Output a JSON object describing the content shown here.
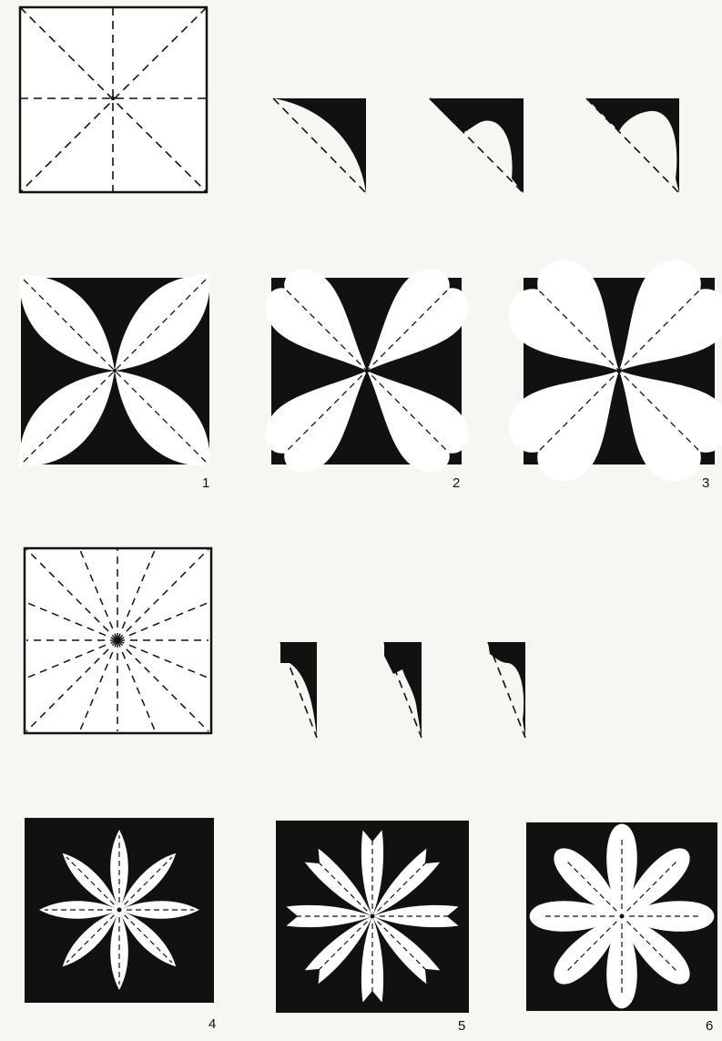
{
  "figure": {
    "colors": {
      "paper": "#ffffff",
      "ink": "#111111",
      "background": "#f7f6f3"
    },
    "sections": [
      {
        "fold_diagram": "square-8-fold",
        "cut_templates": [
          "wedge-cut-a",
          "wedge-cut-b",
          "wedge-cut-c"
        ],
        "results": [
          {
            "label": "1",
            "petals": 4,
            "shape": "pointed-leaf"
          },
          {
            "label": "2",
            "petals": 4,
            "shape": "rounded"
          },
          {
            "label": "3",
            "petals": 4,
            "shape": "heart"
          }
        ]
      },
      {
        "fold_diagram": "square-16-fold",
        "cut_templates": [
          "narrow-cut-a",
          "narrow-cut-b",
          "narrow-cut-c"
        ],
        "results": [
          {
            "label": "4",
            "petals": 8,
            "shape": "pointed"
          },
          {
            "label": "5",
            "petals": 8,
            "shape": "notched"
          },
          {
            "label": "6",
            "petals": 8,
            "shape": "rounded"
          }
        ]
      }
    ]
  }
}
